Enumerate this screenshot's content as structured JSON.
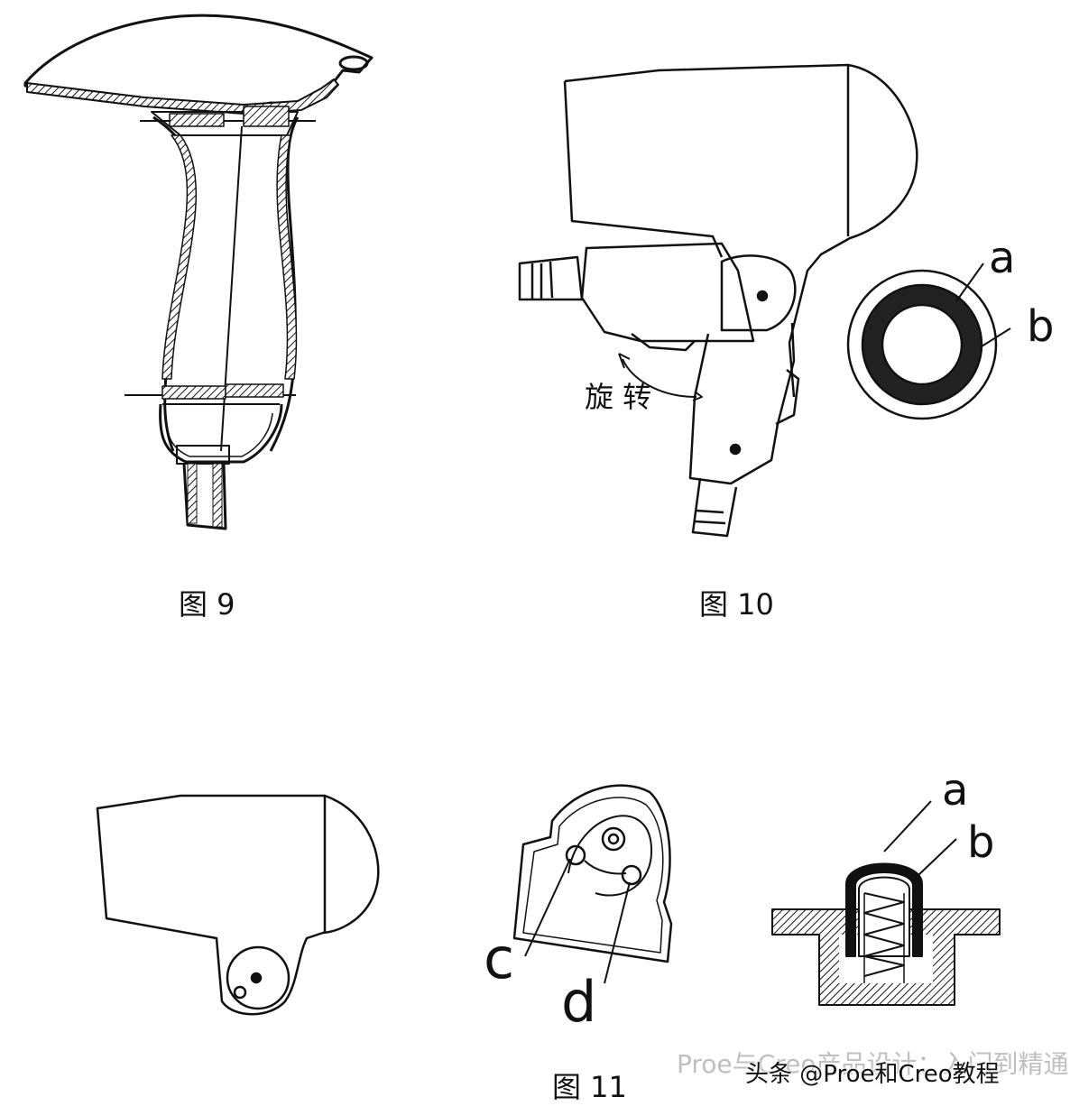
{
  "figures": {
    "fig9": {
      "caption": "图 9"
    },
    "fig10": {
      "caption": "图 10",
      "rotate_label": "旋 转",
      "callout_a": "a",
      "callout_b": "b"
    },
    "fig11": {
      "caption": "图 11",
      "callout_a": "a",
      "callout_b": "b",
      "callout_c": "c",
      "callout_d": "d"
    }
  },
  "watermark": {
    "back_text": "Proe与Creo产品设计：入门到精通",
    "front_text": "头条 @Proe和Creo教程"
  },
  "colors": {
    "line": "#111111",
    "accent": "#7ed957",
    "watermark": "#bfbfbf"
  }
}
